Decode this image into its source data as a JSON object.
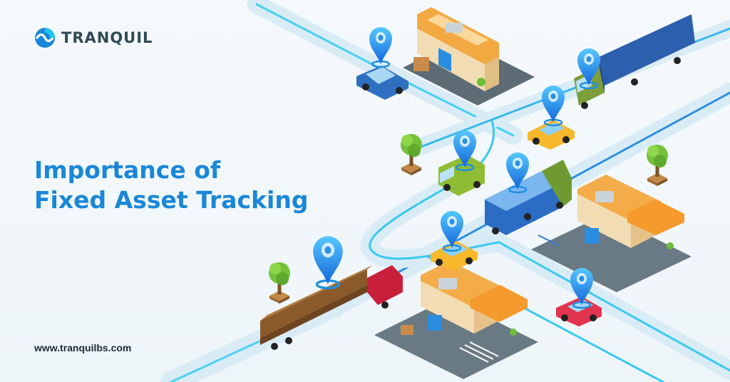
{
  "brand": {
    "name": "TRANQUIL",
    "logo_icon": "tranquil-wave-logo-icon",
    "colors": {
      "primary": "#1a87d8",
      "dark": "#2f4a55",
      "accent": "#22c3ee"
    }
  },
  "headline": {
    "line1": "Importance of",
    "line2": "Fixed Asset Tracking"
  },
  "website": "www.tranquilbs.com",
  "illustration": {
    "subject": "isometric-fleet-tracking-map",
    "icons": [
      "location-pin-icon",
      "car-icon",
      "truck-icon",
      "van-icon",
      "taxi-icon",
      "warehouse-icon",
      "tree-icon"
    ]
  }
}
